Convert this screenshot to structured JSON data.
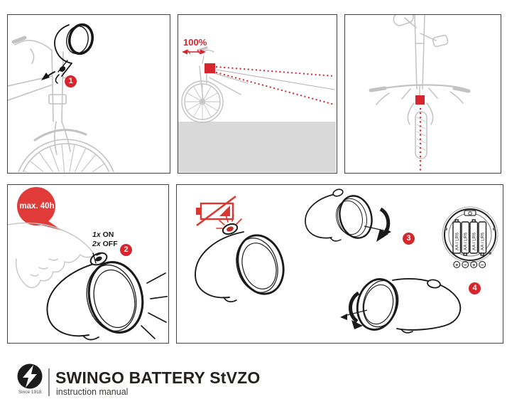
{
  "colors": {
    "accent_red": "#d6252c",
    "line_grey": "#c2c2c2",
    "ground_grey": "#d9d9d9",
    "ink_black": "#1a1a1a"
  },
  "steps": {
    "one": "1",
    "two": "2",
    "three": "3",
    "four": "4"
  },
  "beam_panel": {
    "intensity": "100%"
  },
  "power_panel": {
    "bubble": "max. 40h",
    "on_prefix": "1x",
    "on_word": "ON",
    "off_prefix": "2x",
    "off_word": "OFF"
  },
  "battery_panel": {
    "battery_type": "AA / LR6",
    "polarity": [
      "+",
      "−",
      "+",
      "−"
    ]
  },
  "footer": {
    "title": "SWINGO BATTERY StVZO",
    "subtitle": "instruction manual",
    "since": "Since 1918."
  }
}
